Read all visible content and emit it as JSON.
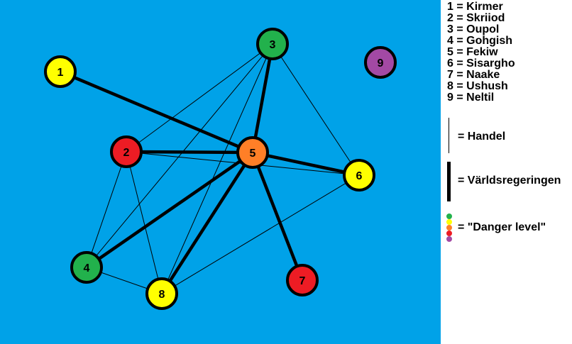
{
  "nodes": [
    {
      "id": 1,
      "label": "1",
      "color": "#ffff00"
    },
    {
      "id": 2,
      "label": "2",
      "color": "#ed1c24"
    },
    {
      "id": 3,
      "label": "3",
      "color": "#22b14c"
    },
    {
      "id": 4,
      "label": "4",
      "color": "#22b14c"
    },
    {
      "id": 5,
      "label": "5",
      "color": "#ff7f27"
    },
    {
      "id": 6,
      "label": "6",
      "color": "#ffff00"
    },
    {
      "id": 7,
      "label": "7",
      "color": "#ed1c24"
    },
    {
      "id": 8,
      "label": "8",
      "color": "#ffff00"
    },
    {
      "id": 9,
      "label": "9",
      "color": "#a349a4"
    }
  ],
  "edges": {
    "handel": [
      [
        2,
        3
      ],
      [
        3,
        4
      ],
      [
        3,
        6
      ],
      [
        3,
        8
      ],
      [
        2,
        4
      ],
      [
        2,
        8
      ],
      [
        2,
        6
      ],
      [
        4,
        8
      ],
      [
        8,
        6
      ],
      [
        5,
        6
      ]
    ],
    "varldsregeringen": [
      [
        1,
        5
      ],
      [
        2,
        5
      ],
      [
        3,
        5
      ],
      [
        5,
        6
      ],
      [
        4,
        5
      ],
      [
        5,
        8
      ],
      [
        5,
        7
      ]
    ]
  },
  "legend": {
    "names": [
      "1 = Kirmer",
      "2 = Skriiod",
      "3 = Oupol",
      "4 = Gohgish",
      "5 = Fekiw",
      "6 = Sisargho",
      "7 = Naake",
      "8 = Ushush",
      "9 = Neltil"
    ],
    "trade_label": "= Handel",
    "world_label": "= Världsregeringen",
    "danger_label": "= \"Danger level\"",
    "danger_colors": [
      "#22b14c",
      "#ffff00",
      "#ff7f27",
      "#ed1c24",
      "#a349a4"
    ]
  },
  "colors": {
    "background": "#00a2e8",
    "panel": "#ffffff"
  }
}
